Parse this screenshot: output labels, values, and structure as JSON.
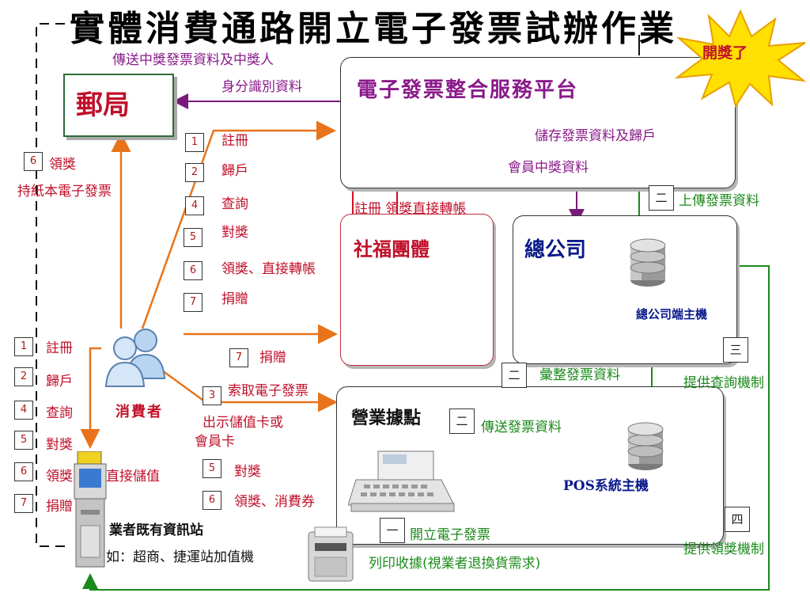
{
  "title": "實體消費通路開立電子發票試辦作業",
  "starburst": "開獎了",
  "nodes": {
    "post_office": "郵局",
    "platform": "電子發票整合服務平台",
    "charity": "社福團體",
    "hq": "總公司",
    "hq_host": "總公司端主機",
    "store": "營業據點",
    "pos_host": "POS系統主機",
    "consumer": "消費者",
    "kiosk": "業者既有資訊站",
    "kiosk_example": "如：超商、捷運站加值機"
  },
  "labels": {
    "send_winning": "傳送中獎發票資料及中獎人",
    "identity": "身分識別資料",
    "store_invoice": "儲存發票資料及歸戶",
    "member_win": "會員中獎資料",
    "upload_invoice": "上傳發票資料",
    "register_transfer": "註冊 領獎直接轉帳",
    "aggregate_invoice": "彙整發票資料",
    "provide_query": "提供查詢機制",
    "send_invoice": "傳送發票資料",
    "issue_invoice": "開立電子發票",
    "print_receipt": "列印收據(視業者退換貨需求)",
    "provide_redeem": "提供領獎機制",
    "claim_paper": "領獎",
    "hold_paper": "持紙本電子發票",
    "request_invoice": "索取電子發票",
    "show_card_1": "出示儲值卡或",
    "show_card_2": "會員卡",
    "donate_mid": "捐贈",
    "direct_store": "直接儲值",
    "redeem_store": "對獎",
    "claim_voucher": "領獎、消費券"
  },
  "platform_steps": [
    {
      "num": "1",
      "text": "註冊"
    },
    {
      "num": "2",
      "text": "歸戶"
    },
    {
      "num": "4",
      "text": "查詢"
    },
    {
      "num": "5",
      "text": "對獎"
    },
    {
      "num": "6",
      "text": "領獎、直接轉帳"
    },
    {
      "num": "7",
      "text": "捐贈"
    }
  ],
  "kiosk_steps": [
    {
      "num": "1",
      "text": "註冊"
    },
    {
      "num": "2",
      "text": "歸戶"
    },
    {
      "num": "4",
      "text": "查詢"
    },
    {
      "num": "5",
      "text": "對獎"
    },
    {
      "num": "6",
      "text": "領獎"
    },
    {
      "num": "7",
      "text": "捐贈"
    }
  ],
  "badges": {
    "b6_post": "6",
    "b7_mid": "7",
    "b3": "3",
    "b5_store": "5",
    "b6_store": "6",
    "er_upload": "二",
    "san_query": "三",
    "er_aggregate": "二",
    "er_send": "二",
    "yi_issue": "一",
    "si_redeem": "四"
  },
  "colors": {
    "orange": "#e8731a",
    "red": "#d01020",
    "purple": "#7a1a7a",
    "green": "#1a8a1a",
    "star": "#ffe000"
  }
}
